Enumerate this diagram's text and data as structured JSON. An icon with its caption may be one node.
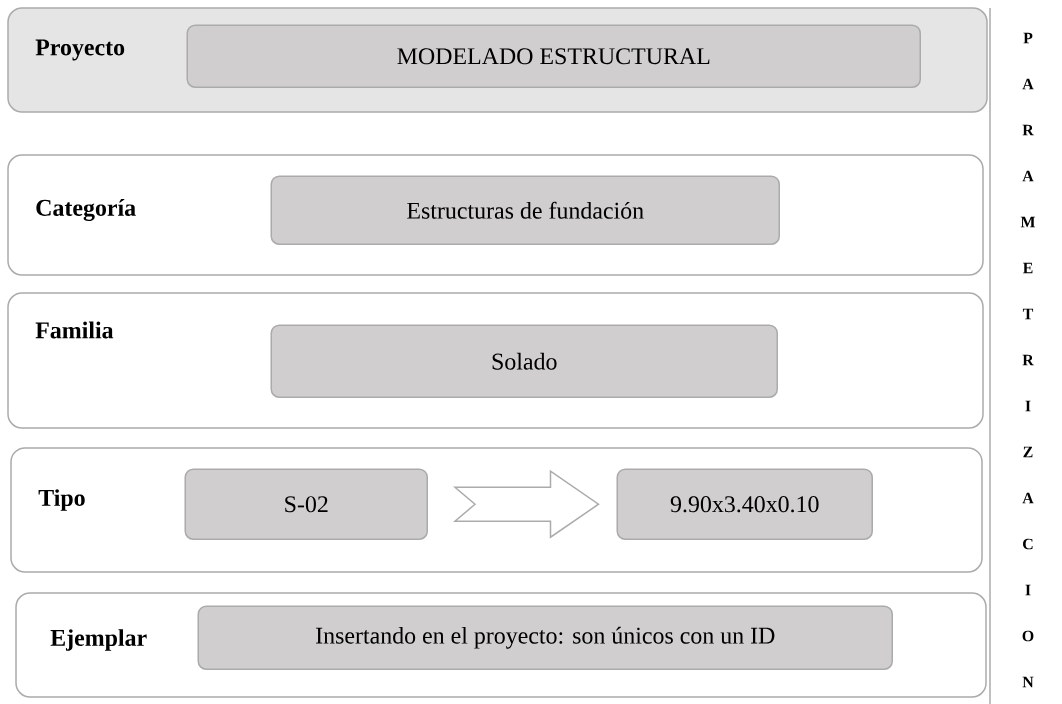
{
  "diagram": {
    "nodes": [
      {
        "text": [
          "Proyecto"
        ]
      },
      {
        "text": [
          "MODELADO ESTRUCTURAL"
        ],
        "in": 0
      },
      {
        "text": [
          "Categoría"
        ]
      },
      {
        "text": [
          "Estructuras de fundación"
        ],
        "in": 2
      },
      {
        "text": [
          "Familia"
        ]
      },
      {
        "text": [
          "Solado"
        ],
        "in": 4
      },
      {
        "text": [
          "Tipo"
        ]
      },
      {
        "text": [
          "S-02"
        ],
        "in": 6
      },
      {
        "text": [
          "9.90x3.40x0.10"
        ],
        "in": 6
      },
      {
        "text": [
          "Ejemplar"
        ]
      },
      {
        "text": [
          "Insertando en el proyecto: son únicos con un ID"
        ],
        "in": 9
      },
      {
        "text": [
          "PARAMETRIZACION"
        ]
      }
    ],
    "edges": [
      {
        "from": 7,
        "to": 8,
        "arrow": "to"
      }
    ]
  }
}
